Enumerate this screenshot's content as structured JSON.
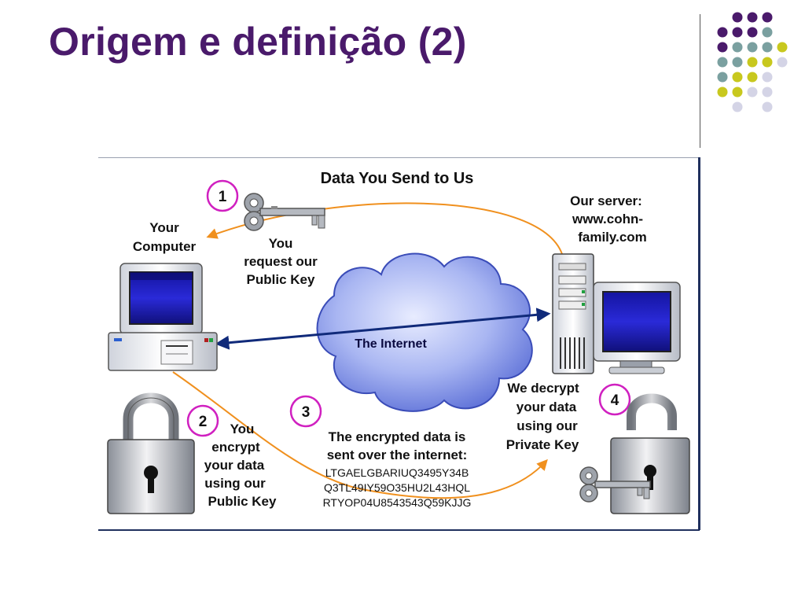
{
  "slide": {
    "title": "Origem e definição (2)"
  },
  "palette": {
    "title_color": "#4a1a6b",
    "dot_purple": "#4a1a6b",
    "dot_teal": "#7aa0a0",
    "dot_yellow": "#c8c81e",
    "dot_lavender": "#d4d4e6",
    "arrow_orange": "#f0901e",
    "arrow_navy": "#102a7a"
  },
  "diagram": {
    "heading": "Data You Send to Us",
    "your_computer": [
      "Your",
      "Computer"
    ],
    "our_server": [
      "Our server:",
      "www.cohn-",
      "family.com"
    ],
    "internet_label": "The Internet",
    "steps": [
      {
        "number": "1",
        "lines": [
          "You",
          "request our",
          "Public Key"
        ]
      },
      {
        "number": "2",
        "lines": [
          "You",
          "encrypt",
          "your data",
          "using our",
          "Public Key"
        ]
      },
      {
        "number": "3",
        "lines": [
          "The encrypted data is",
          "sent over the internet:"
        ]
      },
      {
        "number": "4",
        "lines": [
          "We decrypt",
          "your data",
          "using our",
          "Private Key"
        ]
      }
    ],
    "cipher_lines": [
      "LTGAELGBARIUQ3495Y34B",
      "Q3TL49IY59O35HU2L43HQL",
      "RTYOP04U8543543Q59KJJG"
    ]
  }
}
